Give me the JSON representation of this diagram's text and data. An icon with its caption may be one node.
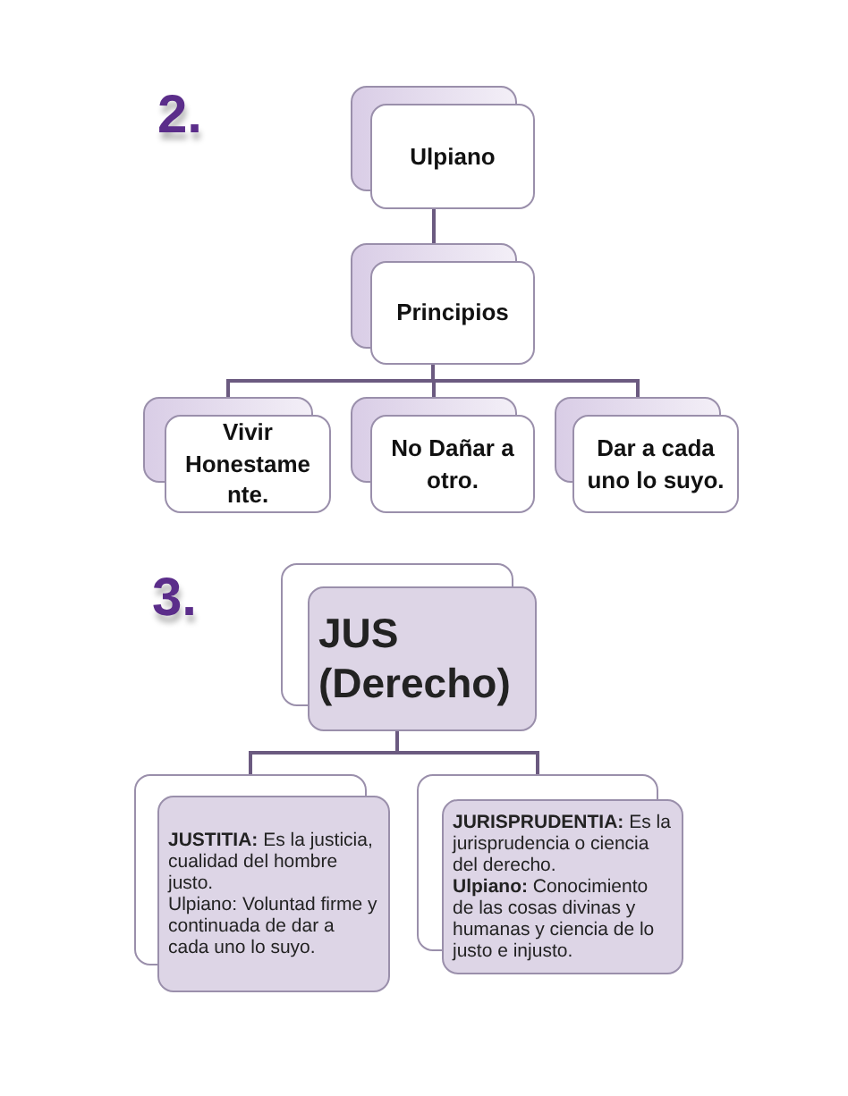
{
  "diagram": {
    "nodes": [
      {
        "text": [
          "Ulpiano"
        ]
      },
      {
        "text": [
          "Principios"
        ]
      },
      {
        "text": [
          "Vivir Honestame nte."
        ]
      },
      {
        "text": [
          "No Dañar a otro."
        ]
      },
      {
        "text": [
          "Dar a cada uno lo suyo."
        ]
      },
      {
        "text": [
          "JUS (Derecho)"
        ]
      },
      {
        "text": [
          "**JUSTITIA:** Es la justicia, cualidad del hombre justo.",
          "Ulpiano: Voluntad firme y continuada de dar a cada uno lo suyo."
        ]
      },
      {
        "text": [
          "**JURISPRUDENTIA:** Es la jurisprudencia o ciencia del derecho.",
          "**Ulpiano:** Conocimiento de las cosas divinas y humanas y ciencia de lo justo e injusto."
        ]
      }
    ],
    "edges": [
      {
        "from": 0,
        "to": 1,
        "arrow": "none"
      },
      {
        "from": 1,
        "to": 2,
        "arrow": "none"
      },
      {
        "from": 1,
        "to": 3,
        "arrow": "none"
      },
      {
        "from": 1,
        "to": 4,
        "arrow": "none"
      },
      {
        "from": 5,
        "to": 6,
        "arrow": "none"
      },
      {
        "from": 5,
        "to": 7,
        "arrow": "none"
      }
    ],
    "labels": [
      "2.",
      "3."
    ]
  }
}
